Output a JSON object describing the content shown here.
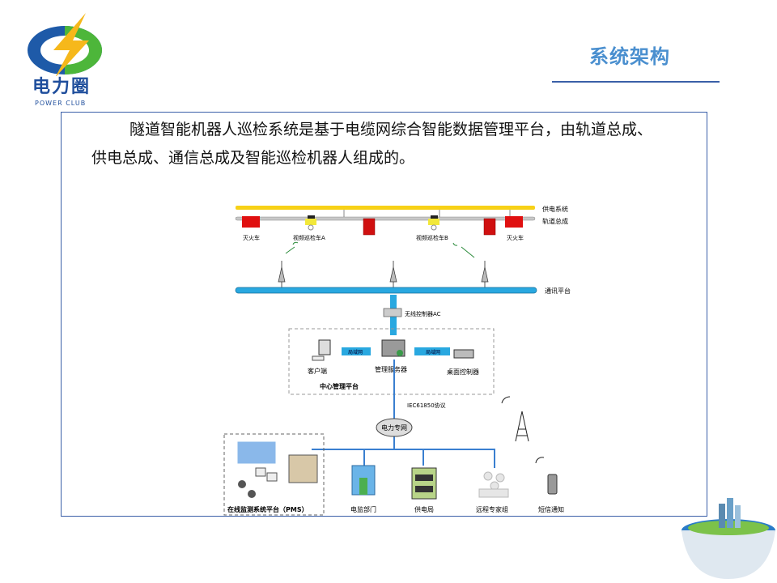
{
  "logo": {
    "name": "电力圈",
    "subtitle": "POWER CLUB"
  },
  "header": {
    "title": "系统架构"
  },
  "body": {
    "line1": "隧道智能机器人巡检系统是基于电缆网综合智能数据管理平台，由轨道总成、",
    "line2": "供电总成、通信总成及智能巡检机器人组成的。"
  },
  "diagram": {
    "power_system": "供电系统",
    "track_assembly": "轨道总成",
    "fire_car_left": "灭火车",
    "fire_car_right": "灭火车",
    "inspection_car_a": "视频巡检车A",
    "inspection_car_b": "视频巡检车B",
    "comm_platform": "通讯平台",
    "wireless_controller": "无线控制器AC",
    "lan_left": "局域网",
    "lan_right": "局域网",
    "client": "客户端",
    "server": "管理服务器",
    "desktop_controller": "桌面控制器",
    "center_platform": "中心管理平台",
    "protocol": "IEC61850协议",
    "power_network": "电力专网",
    "pms": "在线监测系统平台（PMS）",
    "monitor_dept": "电监部门",
    "power_bureau": "供电局",
    "expert_group": "远程专家组",
    "sms": "短信通知"
  },
  "colors": {
    "accent": "#4a8fcf",
    "frame": "#3a5fa8",
    "rail_power": "#f7d117",
    "comm_bar": "#29a8e0",
    "fire": "#e01010"
  }
}
